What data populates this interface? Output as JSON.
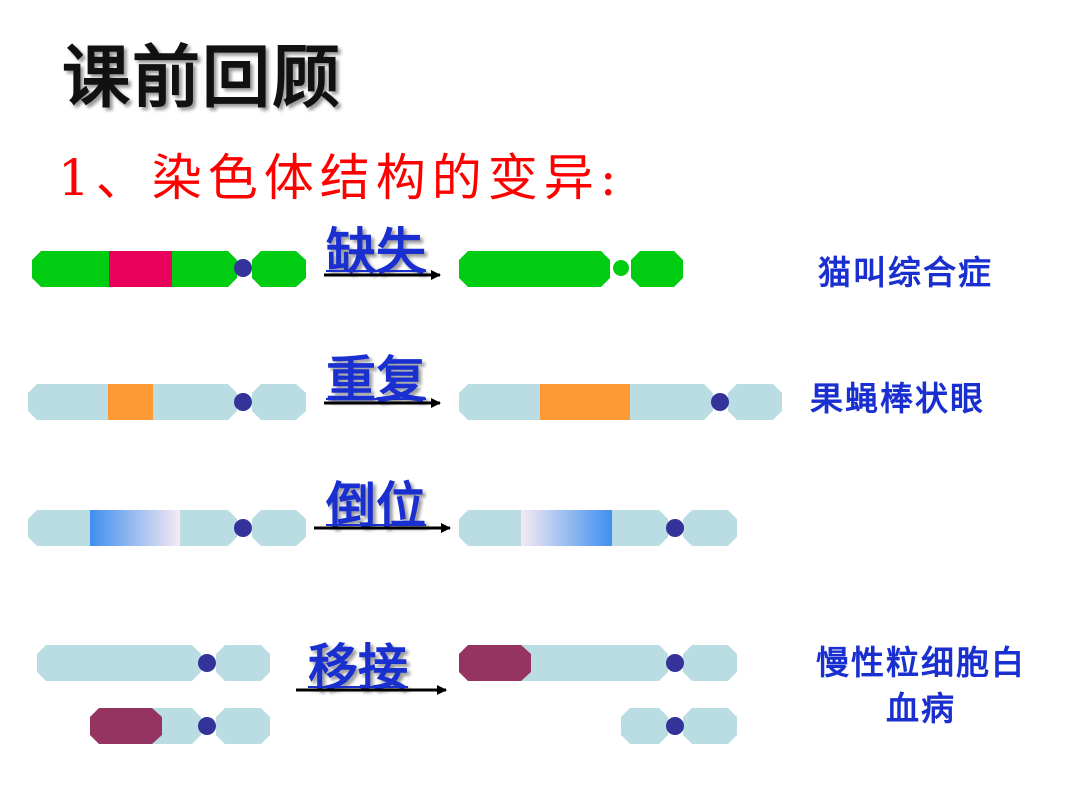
{
  "title": "课前回顾",
  "subtitle": "1、染色体结构的变异:",
  "operations": [
    {
      "label": "缺失",
      "disease": "猫叫综合症"
    },
    {
      "label": "重复",
      "disease": "果蝇棒状眼"
    },
    {
      "label": "倒位",
      "disease": ""
    },
    {
      "label": "移接",
      "disease_line1": "慢性粒细胞白",
      "disease_line2": "血病"
    }
  ],
  "colors": {
    "green": "#00cc11",
    "pink": "#e8005a",
    "lightblue": "#b9dde2",
    "orange": "#ff9933",
    "blue_grad_start": "#3f8fef",
    "blue_grad_end": "#f6e9f2",
    "purple": "#953460",
    "centromere": "#333399",
    "label_blue": "#1a2fd0"
  }
}
